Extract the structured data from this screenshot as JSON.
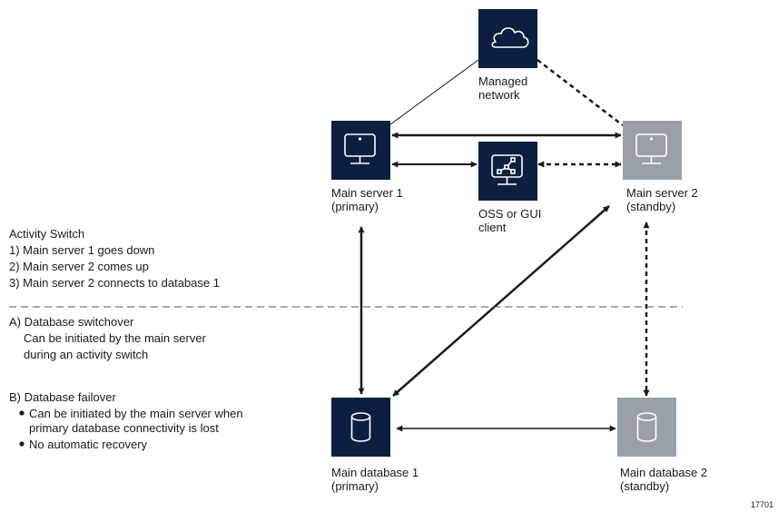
{
  "colors": {
    "primary_box": "#0d1f40",
    "standby_box": "#9aa0a8",
    "line": "#1a1a1a"
  },
  "nodes": {
    "network": {
      "icon": "cloud-icon",
      "label_lines": [
        "Managed",
        "network"
      ]
    },
    "server1": {
      "icon": "monitor-icon",
      "label_lines": [
        "Main server 1",
        "(primary)"
      ]
    },
    "client": {
      "icon": "network-monitor-icon",
      "label_lines": [
        "OSS or GUI",
        "client"
      ]
    },
    "server2": {
      "icon": "monitor-icon",
      "label_lines": [
        "Main server 2",
        "(standby)"
      ]
    },
    "db1": {
      "icon": "database-icon",
      "label_lines": [
        "Main database 1",
        "(primary)"
      ]
    },
    "db2": {
      "icon": "database-icon",
      "label_lines": [
        "Main database 2",
        "(standby)"
      ]
    }
  },
  "notes": {
    "activity_title": "Activity Switch",
    "activity_steps": [
      "1) Main server 1 goes down",
      "2) Main server 2 comes up",
      "3) Main server 2 connects to database 1"
    ],
    "switchover_title": "A) Database switchover",
    "switchover_lines": [
      "Can be initiated by the main server",
      "during an activity switch"
    ],
    "failover_title": "B) Database failover",
    "failover_bullets": [
      [
        "Can be initiated by the main server when",
        "primary database connectivity is lost"
      ],
      [
        "No automatic recovery"
      ]
    ]
  },
  "figure_id": "17701"
}
